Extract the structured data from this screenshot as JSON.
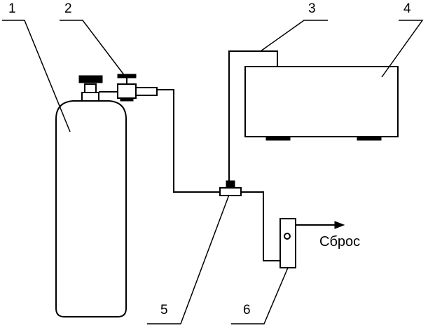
{
  "diagram": {
    "labels": {
      "l1": "1",
      "l2": "2",
      "l3": "3",
      "l4": "4",
      "l5": "5",
      "l6": "6"
    },
    "outlet_text": "Сброс"
  }
}
